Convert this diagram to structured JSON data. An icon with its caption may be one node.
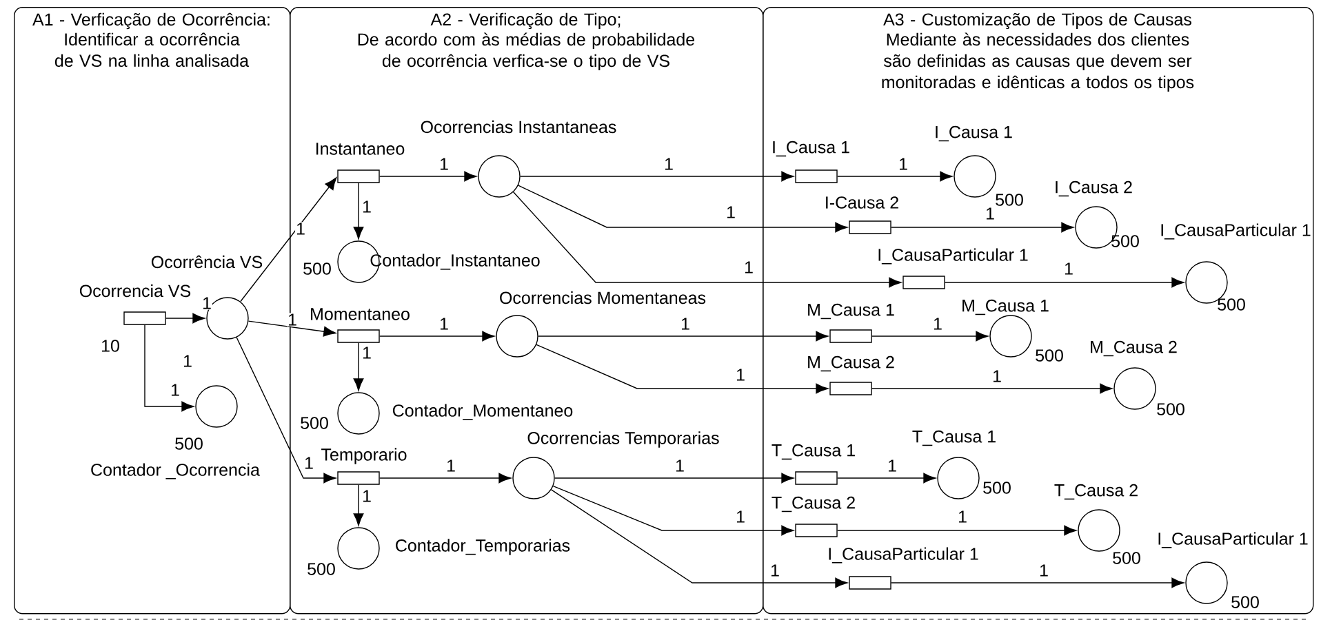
{
  "diagram": {
    "nodes": [
      {
        "text": [
          "A1 - Verficação de Ocorrência:",
          "Identificar a ocorrência de VS na linha analisada"
        ]
      },
      {
        "text": [
          "A2 - Verificação de Tipo;",
          "De acordo com às médias de probabilidade de ocorrência verfica-se o tipo de VS"
        ]
      },
      {
        "text": [
          "A3 - Customização de Tipos de Causas",
          "Mediante às necessidades dos clientes são definidas as causas que devem ser monitoradas e idênticas a todos os tipos"
        ]
      },
      {
        "text": [],
        "shape": "box",
        "in": 0,
        "beside": [
          "Ocorrencia VS",
          "10"
        ]
      },
      {
        "text": [],
        "shape": "circle",
        "in": 0,
        "beside": [
          "Ocorrência VS"
        ]
      },
      {
        "text": [],
        "shape": "circle",
        "in": 0,
        "beside": [
          "500",
          "Contador _Ocorrencia"
        ]
      },
      {
        "text": [],
        "shape": "box",
        "in": 1,
        "beside": [
          "Instantaneo"
        ]
      },
      {
        "text": [],
        "shape": "circle",
        "in": 1,
        "beside": [
          "Ocorrencias Instantaneas"
        ]
      },
      {
        "text": [],
        "shape": "circle",
        "in": 1,
        "beside": [
          "500",
          "Contador_Instantaneo"
        ]
      },
      {
        "text": [],
        "shape": "box",
        "in": 1,
        "beside": [
          "Momentaneo"
        ]
      },
      {
        "text": [],
        "shape": "circle",
        "in": 1,
        "beside": [
          "Ocorrencias Momentaneas"
        ]
      },
      {
        "text": [],
        "shape": "circle",
        "in": 1,
        "beside": [
          "500",
          "Contador_Momentaneo"
        ]
      },
      {
        "text": [],
        "shape": "box",
        "in": 1,
        "beside": [
          "Temporario"
        ]
      },
      {
        "text": [],
        "shape": "circle",
        "in": 1,
        "beside": [
          "Ocorrencias Temporarias"
        ]
      },
      {
        "text": [],
        "shape": "circle",
        "in": 1,
        "beside": [
          "500",
          "Contador_Temporarias"
        ]
      },
      {
        "text": [],
        "shape": "box",
        "in": 2,
        "beside": [
          "I_Causa 1"
        ]
      },
      {
        "text": [],
        "shape": "circle",
        "in": 2,
        "beside": [
          "I_Causa 1",
          "500"
        ]
      },
      {
        "text": [],
        "shape": "box",
        "in": 2,
        "beside": [
          "I-Causa 2"
        ]
      },
      {
        "text": [],
        "shape": "circle",
        "in": 2,
        "beside": [
          "I_Causa 2",
          "500"
        ]
      },
      {
        "text": [],
        "shape": "box",
        "in": 2,
        "beside": [
          "I_CausaParticular 1"
        ]
      },
      {
        "text": [],
        "shape": "circle",
        "in": 2,
        "beside": [
          "I_CausaParticular 1",
          "500"
        ]
      },
      {
        "text": [],
        "shape": "box",
        "in": 2,
        "beside": [
          "M_Causa 1"
        ]
      },
      {
        "text": [],
        "shape": "circle",
        "in": 2,
        "beside": [
          "M_Causa 1",
          "500"
        ]
      },
      {
        "text": [],
        "shape": "box",
        "in": 2,
        "beside": [
          "M_Causa 2"
        ]
      },
      {
        "text": [],
        "shape": "circle",
        "in": 2,
        "beside": [
          "M_Causa 2",
          "500"
        ]
      },
      {
        "text": [],
        "shape": "box",
        "in": 2,
        "beside": [
          "T_Causa 1"
        ]
      },
      {
        "text": [],
        "shape": "circle",
        "in": 2,
        "beside": [
          "T_Causa 1",
          "500"
        ]
      },
      {
        "text": [],
        "shape": "box",
        "in": 2,
        "beside": [
          "T_Causa 2"
        ]
      },
      {
        "text": [],
        "shape": "circle",
        "in": 2,
        "beside": [
          "T_Causa 2",
          "500"
        ]
      },
      {
        "text": [],
        "shape": "box",
        "in": 2,
        "beside": [
          "I_CausaParticular 1"
        ]
      },
      {
        "text": [],
        "shape": "circle",
        "in": 2,
        "beside": [
          "I_CausaParticular 1",
          "500"
        ]
      }
    ],
    "edges": [
      {
        "from": 3,
        "to": 4,
        "arrow": "to",
        "label": "1"
      },
      {
        "from": 3,
        "to": 5,
        "arrow": "to",
        "label": "1"
      },
      {
        "from": 4,
        "to": 6,
        "arrow": "to",
        "label": "1"
      },
      {
        "from": 4,
        "to": 9,
        "arrow": "to",
        "label": "1"
      },
      {
        "from": 4,
        "to": 12,
        "arrow": "to",
        "label": "1"
      },
      {
        "from": 6,
        "to": 7,
        "arrow": "to",
        "label": "1"
      },
      {
        "from": 6,
        "to": 8,
        "arrow": "to",
        "label": "1"
      },
      {
        "from": 9,
        "to": 10,
        "arrow": "to",
        "label": "1"
      },
      {
        "from": 9,
        "to": 11,
        "arrow": "to",
        "label": "1"
      },
      {
        "from": 12,
        "to": 13,
        "arrow": "to",
        "label": "1"
      },
      {
        "from": 12,
        "to": 14,
        "arrow": "to",
        "label": "1"
      },
      {
        "from": 7,
        "to": 15,
        "arrow": "to",
        "label": "1"
      },
      {
        "from": 7,
        "to": 17,
        "arrow": "to",
        "label": "1"
      },
      {
        "from": 7,
        "to": 19,
        "arrow": "to",
        "label": "1"
      },
      {
        "from": 10,
        "to": 21,
        "arrow": "to",
        "label": "1"
      },
      {
        "from": 10,
        "to": 23,
        "arrow": "to",
        "label": "1"
      },
      {
        "from": 13,
        "to": 25,
        "arrow": "to",
        "label": "1"
      },
      {
        "from": 13,
        "to": 27,
        "arrow": "to",
        "label": "1"
      },
      {
        "from": 13,
        "to": 29,
        "arrow": "to",
        "label": "1"
      },
      {
        "from": 15,
        "to": 16,
        "arrow": "to",
        "label": "1"
      },
      {
        "from": 17,
        "to": 18,
        "arrow": "to",
        "label": "1"
      },
      {
        "from": 19,
        "to": 20,
        "arrow": "to",
        "label": "1"
      },
      {
        "from": 21,
        "to": 22,
        "arrow": "to",
        "label": "1"
      },
      {
        "from": 23,
        "to": 24,
        "arrow": "to",
        "label": "1"
      },
      {
        "from": 25,
        "to": 26,
        "arrow": "to",
        "label": "1"
      },
      {
        "from": 27,
        "to": 28,
        "arrow": "to",
        "label": "1"
      },
      {
        "from": 29,
        "to": 30,
        "arrow": "to",
        "label": "1"
      }
    ],
    "labels": [
      "1"
    ]
  }
}
